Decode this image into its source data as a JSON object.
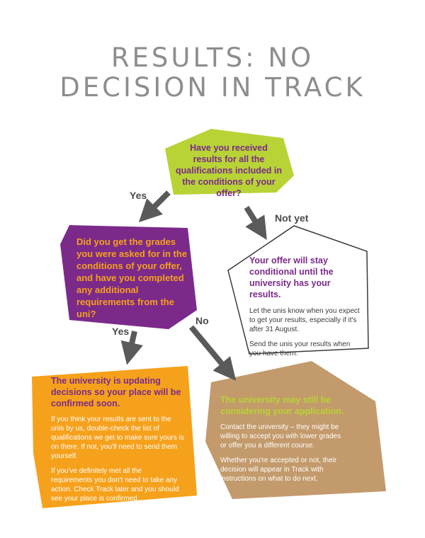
{
  "title": {
    "line1": "RESULTS: NO",
    "line2": "DECISION IN TRACK"
  },
  "question1": {
    "text": "Have you received results for all the qualifications included in the conditions of your offer?",
    "color": "#b7d336"
  },
  "question2": {
    "text": "Did you get the grades you were asked for in the conditions of your offer, and have you completed any additional requirements from the uni?",
    "color": "#7b2a8a"
  },
  "outcome_conditional": {
    "heading": "Your offer will stay conditional until the university has your results.",
    "para1": "Let the unis know when you expect to get your results, especially if it's after 31 August.",
    "para2": "Send the unis your results when you have them."
  },
  "outcome_confirmed": {
    "heading": "The university is updating decisions so your place will be confirmed soon.",
    "para1": "If you think your results are sent to the unis by us, double-check the list of qualifications we get to make sure yours is on there. If not, you'll need to send them yourself.",
    "para2": "If you've definitely met all the requirements you don't need to take any action. Check Track later and you should see your place is confirmed.",
    "color": "#f6a11b"
  },
  "outcome_considering": {
    "heading": "The university may still be considering your application.",
    "para1": "Contact the university – they might be willing to accept you with lower grades or offer you a different course.",
    "para2": "Whether you're accepted or not, their decision will appear in Track with instructions on what to do next.",
    "color": "#c39a6b"
  },
  "edges": {
    "q1_yes": "Yes",
    "q1_not_yet": "Not yet",
    "q2_yes": "Yes",
    "q2_no": "No"
  },
  "colors": {
    "title": "#8d8d8d",
    "purple_text": "#7b2a8a",
    "orange_text": "#f6a11b",
    "green_text": "#b7d336",
    "arrow": "#5a5a5a"
  }
}
